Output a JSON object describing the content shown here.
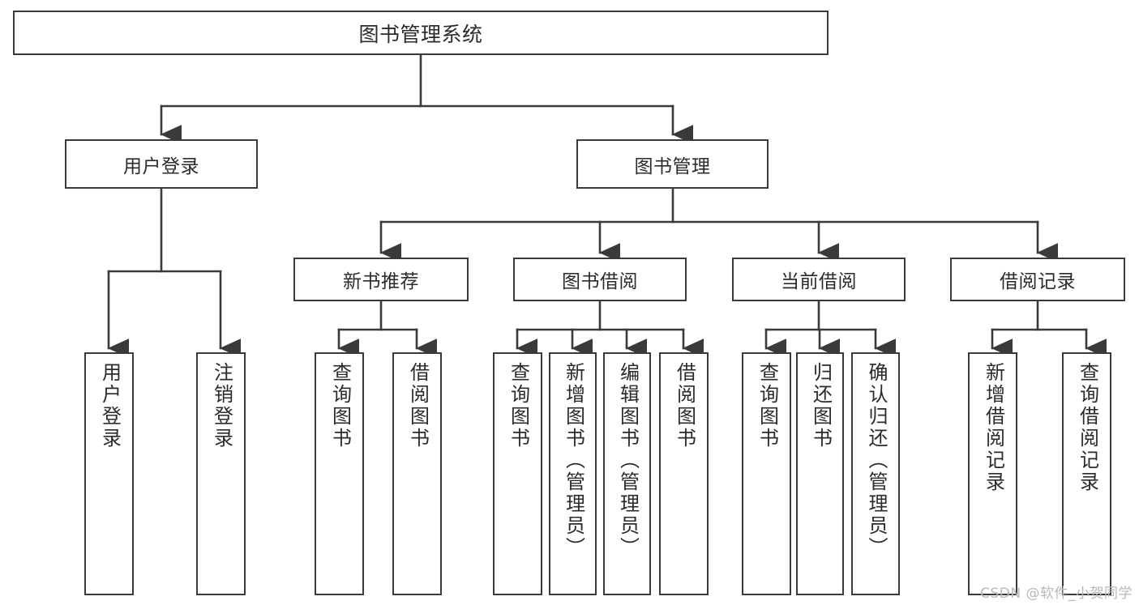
{
  "diagram": {
    "title": "图书管理系统",
    "type": "tree-hierarchy-diagram",
    "colors": {
      "background": "#ffffff",
      "box_border": "#3a3a3a",
      "box_fill": "#ffffff",
      "text": "#2b2b2b",
      "connector": "#3a3a3a",
      "watermark": "#b8b8b8"
    },
    "root": {
      "label": "图书管理系统"
    },
    "level2": [
      {
        "label": "用户登录"
      },
      {
        "label": "图书管理"
      }
    ],
    "level3": [
      {
        "label": "新书推荐"
      },
      {
        "label": "图书借阅"
      },
      {
        "label": "当前借阅"
      },
      {
        "label": "借阅记录"
      }
    ],
    "leaves": {
      "user_login": [
        {
          "label": "用户登录"
        },
        {
          "label": "注销登录"
        }
      ],
      "new_book_recommend": [
        {
          "label": "查询图书"
        },
        {
          "label": "借阅图书"
        }
      ],
      "book_borrow": [
        {
          "label": "查询图书"
        },
        {
          "label": "新增图书（管理员）"
        },
        {
          "label": "编辑图书（管理员）"
        },
        {
          "label": "借阅图书"
        }
      ],
      "current_borrow": [
        {
          "label": "查询图书"
        },
        {
          "label": "归还图书"
        },
        {
          "label": "确认归还（管理员）"
        }
      ],
      "borrow_record": [
        {
          "label": "新增借阅记录"
        },
        {
          "label": "查询借阅记录"
        }
      ]
    }
  },
  "watermark": {
    "text": "CSDN @软件_小贺同学"
  }
}
